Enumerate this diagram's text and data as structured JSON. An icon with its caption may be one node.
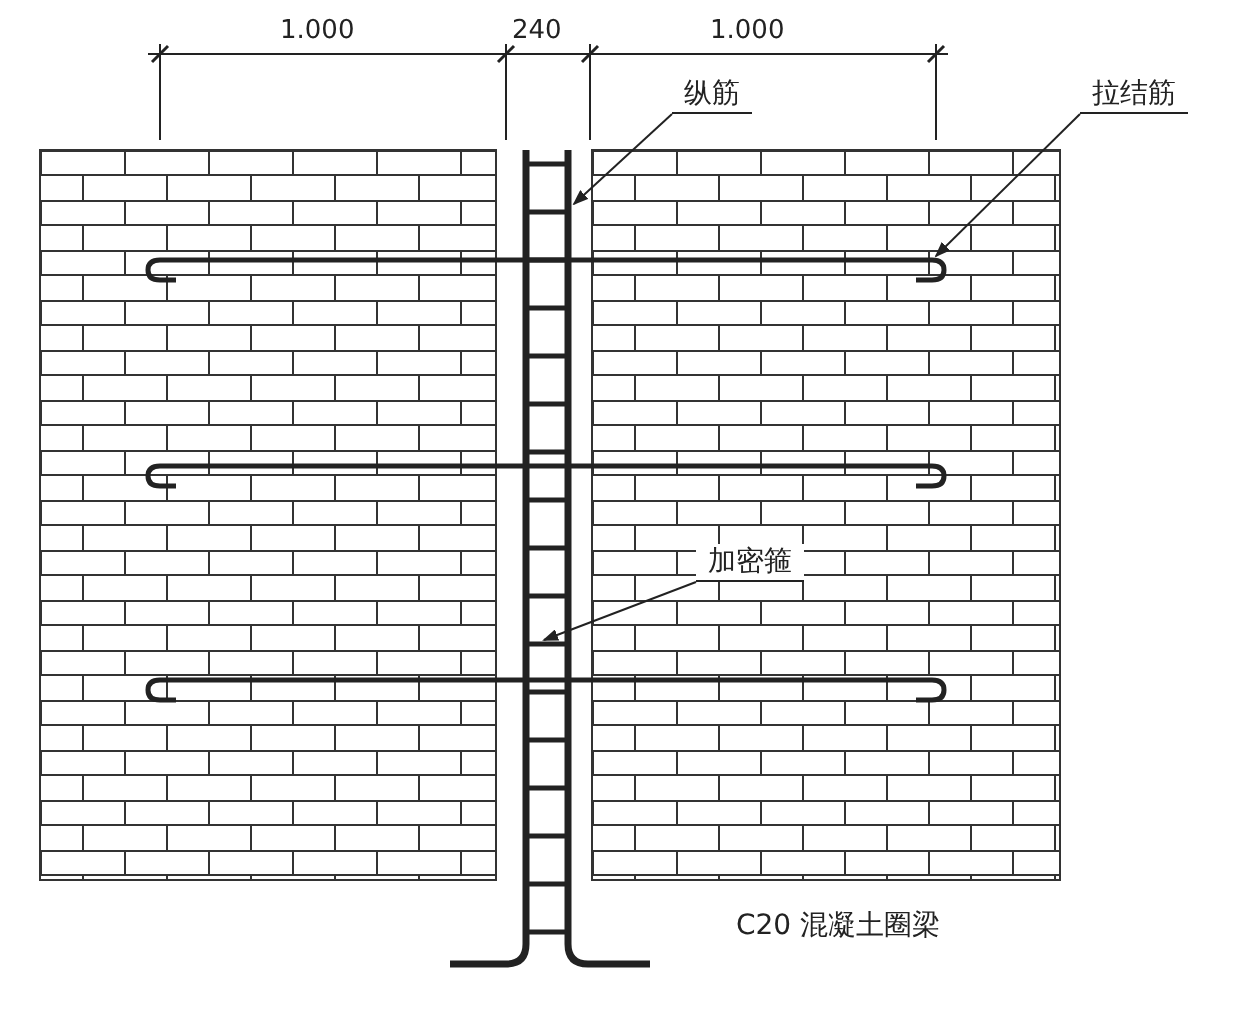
{
  "diagram": {
    "caption": "C20 混凝土圈梁",
    "nodes": [
      {
        "text": [
          "纵筋"
        ]
      },
      {
        "text": [
          "拉结筋"
        ]
      },
      {
        "text": [
          "加密箍"
        ]
      }
    ],
    "edges": [
      {
        "from": 0,
        "to": null,
        "arrow": "to"
      },
      {
        "from": 1,
        "to": null,
        "arrow": "to"
      },
      {
        "from": 2,
        "to": null,
        "arrow": "to"
      }
    ],
    "labels": [
      "1.000",
      "240",
      "1.000"
    ]
  }
}
